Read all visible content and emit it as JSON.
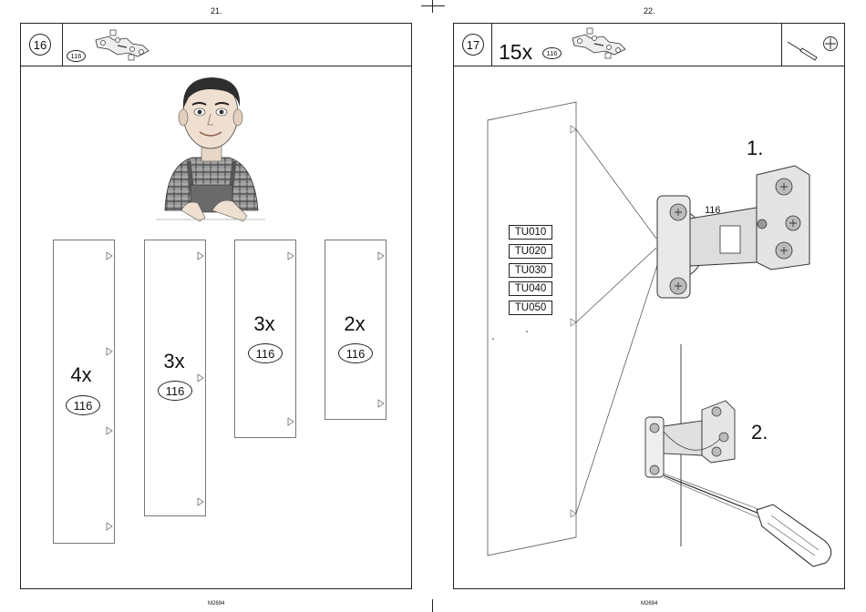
{
  "left_page": {
    "page_number": "21.",
    "footer": "M2694",
    "step_number": "16",
    "header_part": "116",
    "panels": [
      {
        "qty": "4x",
        "part": "116"
      },
      {
        "qty": "3x",
        "part": "116"
      },
      {
        "qty": "3x",
        "part": "116"
      },
      {
        "qty": "2x",
        "part": "116"
      }
    ],
    "icons": [
      "hinge-icon",
      "worker-illustration"
    ]
  },
  "right_page": {
    "page_number": "22.",
    "footer": "M2694",
    "step_number": "17",
    "header_qty": "15x",
    "header_part": "116",
    "codes": [
      "TU010",
      "TU020",
      "TU030",
      "TU040",
      "TU050"
    ],
    "step1_label": "1.",
    "step2_label": "2.",
    "part_label": "116",
    "icons": [
      "hinge-icon",
      "screwdriver-icon",
      "cross-screw-icon"
    ]
  }
}
